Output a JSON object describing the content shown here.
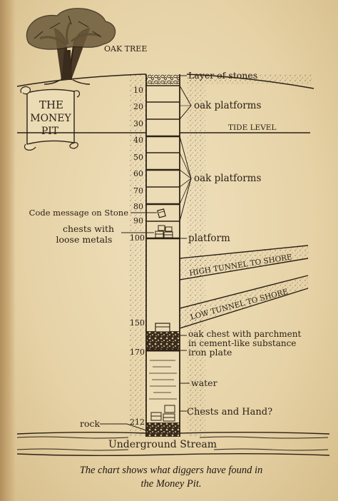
{
  "labels": {
    "oak_tree": "OAK TREE",
    "layer_of_stones": "Layer of stones",
    "oak_platforms_upper": "oak platforms",
    "tide_level": "TIDE LEVEL",
    "oak_platforms_lower": "oak platforms",
    "code_message": "Code message on Stone",
    "chests_line1": "chests with",
    "chests_line2": "loose metals",
    "platform": "platform",
    "high_tunnel": "HIGH TUNNEL TO SHORE",
    "low_tunnel": "LOW TUNNEL TO SHORE",
    "oak_chest_line1": "oak chest with parchment",
    "oak_chest_line2": "in cement-like substance",
    "iron_plate": "iron plate",
    "water": "water",
    "chests_and_hand": "Chests and Hand?",
    "rock": "rock",
    "underground_stream": "Underground Stream"
  },
  "scroll": {
    "line1": "THE",
    "line2": "MONEY",
    "line3": "PIT"
  },
  "depths": [
    "10",
    "20",
    "30",
    "40",
    "50",
    "60",
    "70",
    "80",
    "90",
    "100",
    "150",
    "170",
    "212"
  ],
  "caption": {
    "line1": "The chart shows what diggers have found in",
    "line2": "the Money Pit."
  }
}
